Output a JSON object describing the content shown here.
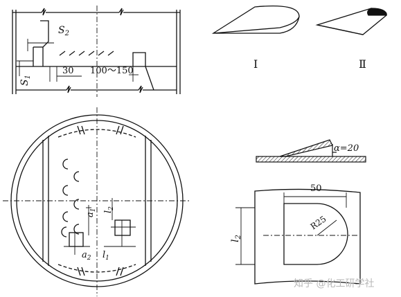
{
  "labels": {
    "s2": "S",
    "s2_sub": "2",
    "s1": "S",
    "s1_sub": "1",
    "dim_30": "30",
    "dim_100_150": "100～150",
    "roman_1": "Ⅰ",
    "roman_2": "Ⅱ",
    "alpha": "α=20",
    "a1": "a",
    "a1_sub": "1",
    "a2": "a",
    "a2_sub": "2",
    "l1": "l",
    "l1_sub": "1",
    "l2_small": "l",
    "l2_small_sub": "2",
    "dim_50": "50",
    "r25": "R25",
    "l2_big": "l",
    "l2_big_sub": "2"
  },
  "watermark": "知乎 @化工研学社",
  "colors": {
    "ink": "#111111",
    "watermark": "#b8b8b8",
    "hatch_fill": "#111111"
  }
}
